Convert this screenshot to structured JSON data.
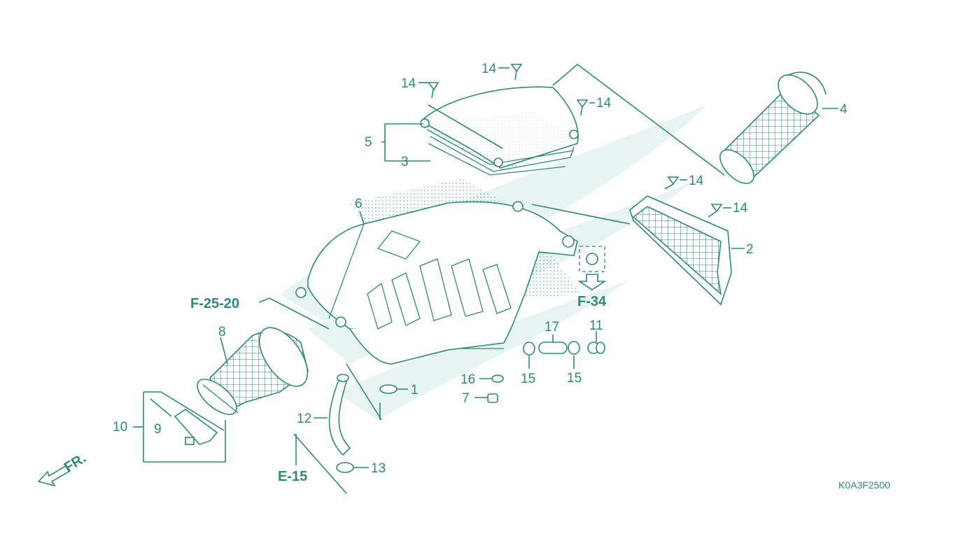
{
  "colors": {
    "ink": "#2f8a78",
    "watermark": "#e8f4f1",
    "background": "#ffffff"
  },
  "labels": {
    "p1": "1",
    "p2": "2",
    "p3": "3",
    "p4": "4",
    "p5": "5",
    "p6": "6",
    "p7": "7",
    "p8": "8",
    "p9": "9",
    "p10": "10",
    "p11": "11",
    "p12": "12",
    "p13": "13",
    "p14a": "14",
    "p14b": "14",
    "p14c": "14",
    "p14d": "14",
    "p14e": "14",
    "p15a": "15",
    "p15b": "15",
    "p16": "16",
    "p17": "17"
  },
  "refs": {
    "f2520": "F-25-20",
    "f34": "F-34",
    "e15": "E-15",
    "fr": "FR."
  },
  "diagram_code": "K0A3F2500",
  "icons": {
    "front_arrow": "front-arrow-icon",
    "down_arrow": "down-arrow-icon"
  }
}
